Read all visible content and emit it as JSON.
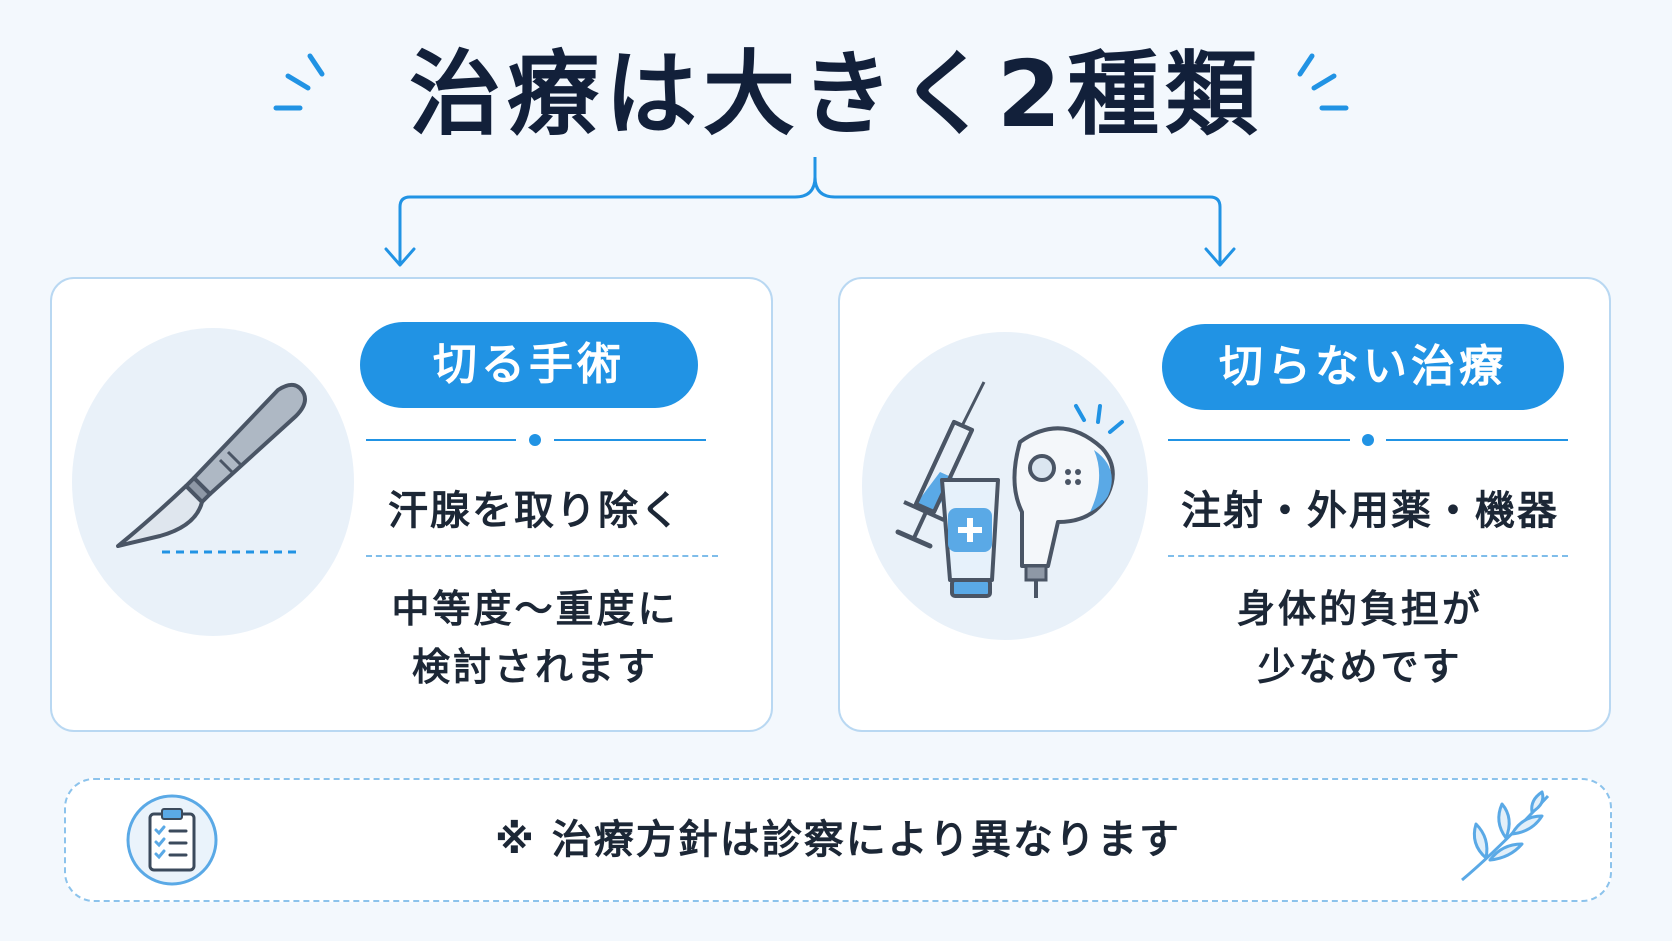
{
  "title": "治療は大きく2種類",
  "colors": {
    "accent": "#2193e4",
    "border": "#b9d8f2",
    "background": "#f3f8fd"
  },
  "cards": [
    {
      "label": "切る手術",
      "main": "汗腺を取り除く",
      "sub_lines": [
        "中等度〜重度に",
        "検討されます"
      ],
      "icon": "scalpel-icon"
    },
    {
      "label": "切らない治療",
      "main": "注射・外用薬・機器",
      "sub_lines": [
        "身体的負担が",
        "少なめです"
      ],
      "icon": "treatment-tools-icon"
    }
  ],
  "note": {
    "text": "※ 治療方針は診察により異なります",
    "left_icon": "clipboard-icon",
    "right_icon": "leaf-icon"
  }
}
